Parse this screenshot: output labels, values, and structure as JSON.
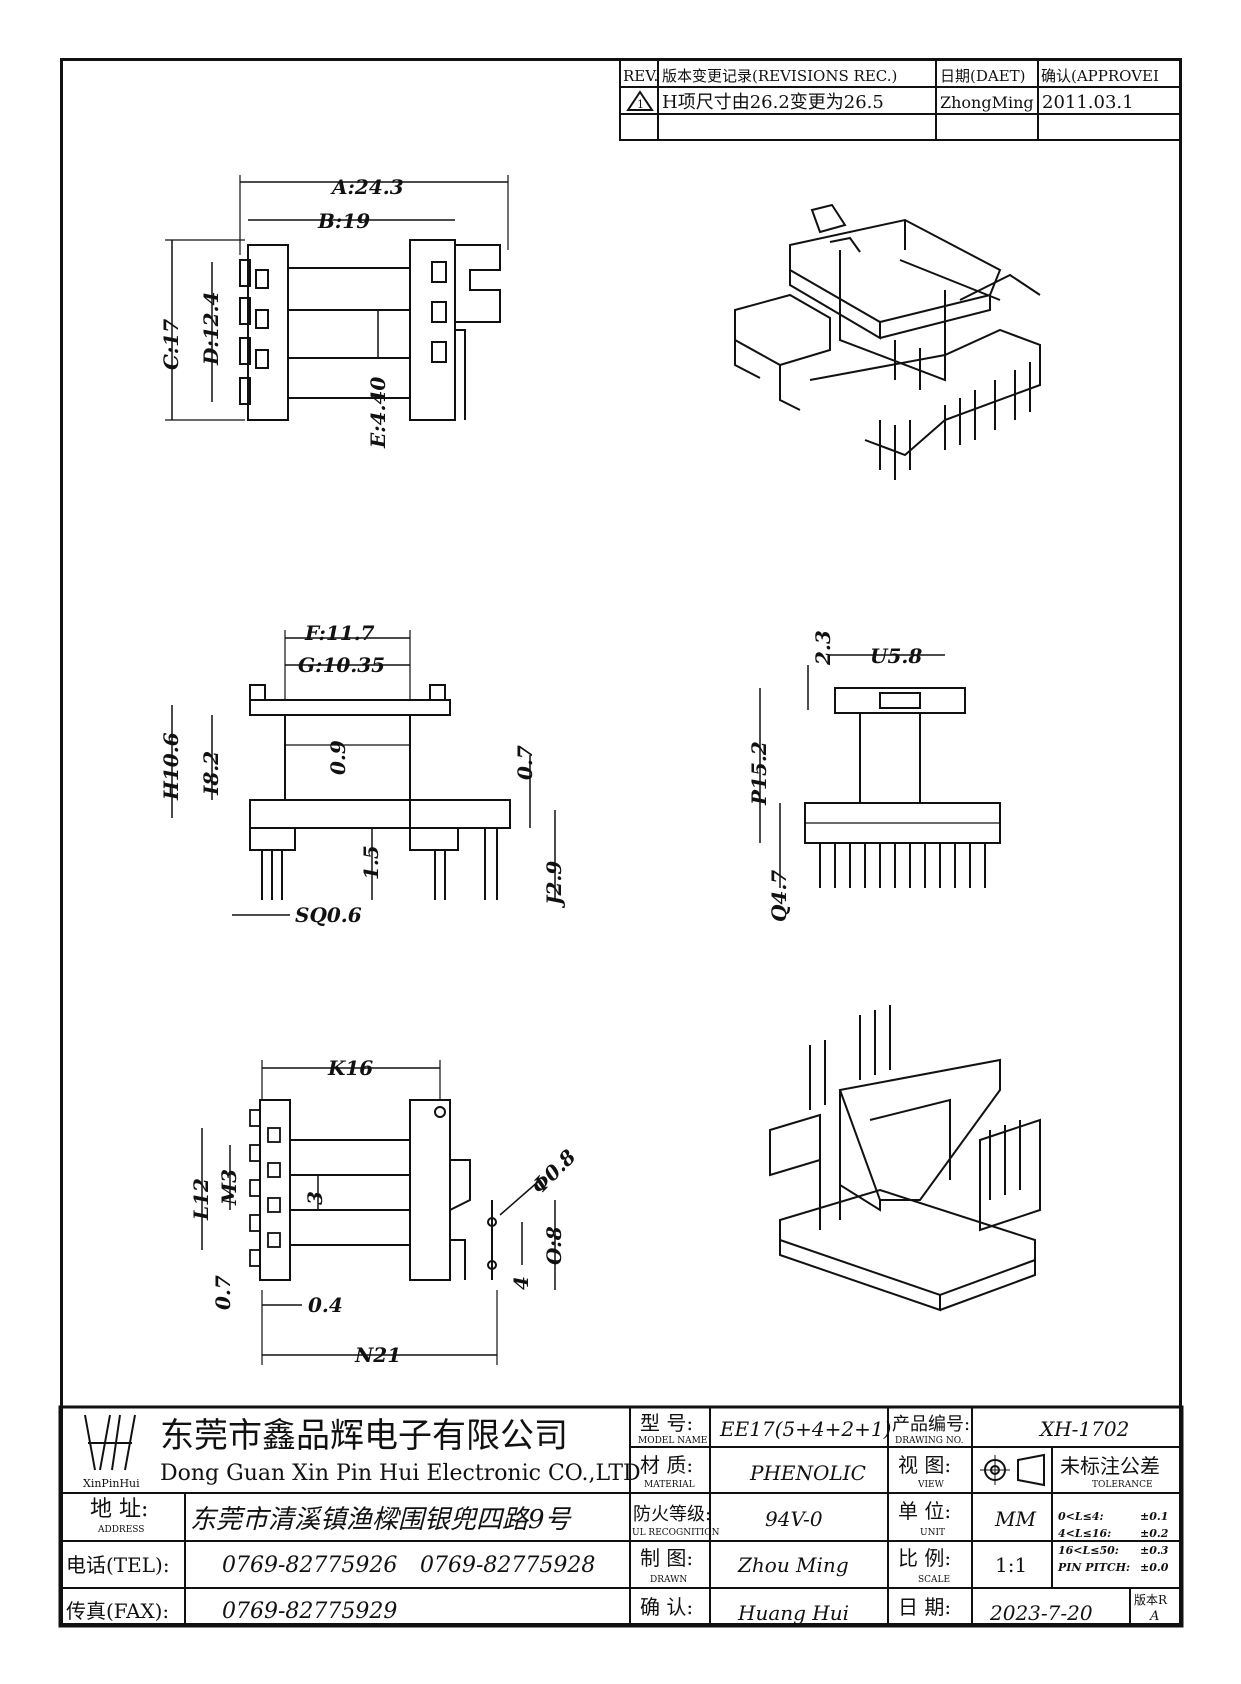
{
  "revision_table": {
    "headers": {
      "rev": "REV.",
      "record": "版本变更记录(REVISIONS REC.)",
      "date": "日期(DAET)",
      "approve": "确认(APPROVEI"
    },
    "rows": [
      {
        "rev": "1",
        "record": "H项尺寸由26.2变更为26.5",
        "date": "ZhongMing",
        "approve": "2011.03.1"
      }
    ]
  },
  "top_view": {
    "A": "A:24.3",
    "B": "B:19",
    "C": "C:17",
    "D": "D:12.4",
    "E": "E:4.40"
  },
  "side_view": {
    "F": "F:11.7",
    "G": "G:10.35",
    "H": "H10.6",
    "I": "I8.2",
    "t09": "0.9",
    "t07": "0.7",
    "t15": "1.5",
    "J": "J2.9",
    "SQ": "SQ0.6"
  },
  "end_view": {
    "t23": "2.3",
    "U": "U5.8",
    "P": "P15.2",
    "Q": "Q4.7"
  },
  "bottom_view": {
    "K": "K16",
    "L": "L12",
    "M": "M3",
    "t3": "3",
    "phi": "Φ0.8",
    "O": "O:8",
    "t4": "4",
    "t07": "0.7",
    "t04": "0.4",
    "N": "N21"
  },
  "title_block": {
    "company_cn": "东莞市鑫品辉电子有限公司",
    "company_en": "Dong Guan Xin Pin Hui Electronic CO.,LTD",
    "logo_text": "XinPinHui",
    "address_label": "地  址:",
    "address_sub": "ADDRESS",
    "address": "东莞市清溪镇渔樑围银兜四路9号",
    "tel_label": "电话(TEL):",
    "tel1": "0769-82775926",
    "tel2": "0769-82775928",
    "fax_label": "传真(FAX):",
    "fax": "0769-82775929",
    "model_label": "型  号:",
    "model_sub": "MODEL NAME",
    "model": "EE17(5+4+2+1)",
    "material_label": "材  质:",
    "material_sub": "MATERIAL",
    "material": "PHENOLIC",
    "fire_label": "防火等级:",
    "fire_sub": "UL RECOGNITION",
    "fire": "94V-0",
    "drawn_label": "制  图:",
    "drawn_sub": "DRAWN",
    "drawn": "Zhou Ming",
    "check_label": "确  认:",
    "check": "Huang Hui",
    "drawing_no_label": "产品编号:",
    "drawing_no_sub": "DRAWING NO.",
    "drawing_no": "XH-1702",
    "view_label": "视  图:",
    "view_sub": "VIEW",
    "unit_label": "单  位:",
    "unit_sub": "UNIT",
    "unit": "MM",
    "scale_label": "比  例:",
    "scale_sub": "SCALE",
    "scale": "1:1",
    "date_label": "日  期:",
    "date": "2023-7-20",
    "tolerance_label": "未标注公差",
    "tolerance_sub": "TOLERANCE",
    "tolerances": [
      {
        "range": "0<L≤4:",
        "value": "±0.1"
      },
      {
        "range": "4<L≤16:",
        "value": "±0.2"
      },
      {
        "range": "16<L≤50:",
        "value": "±0.3"
      },
      {
        "range": "PIN PITCH:",
        "value": "±0.0"
      }
    ],
    "version_label": "版本R",
    "version": "A"
  }
}
